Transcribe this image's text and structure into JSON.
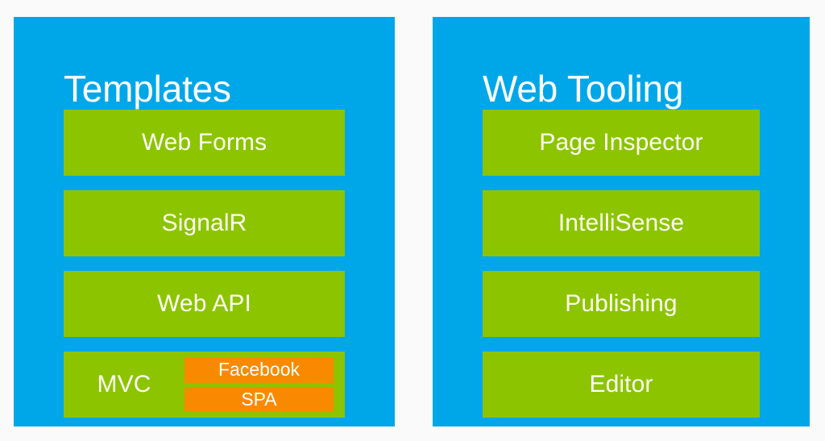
{
  "theme": {
    "background": "#fafafa",
    "panel_color": "#00a7e8",
    "item_color": "#8cc400",
    "subitem_color": "#f98a00",
    "title_text_color": "#ffffff",
    "item_text_color": "#fdfff2"
  },
  "panels": [
    {
      "id": "templates",
      "title": "Templates",
      "items": [
        {
          "label": "Web Forms"
        },
        {
          "label": "SignalR"
        },
        {
          "label": "Web API"
        },
        {
          "label": "MVC",
          "subitems": [
            {
              "label": "Facebook"
            },
            {
              "label": "SPA"
            }
          ]
        }
      ]
    },
    {
      "id": "web-tooling",
      "title": "Web Tooling",
      "items": [
        {
          "label": "Page Inspector"
        },
        {
          "label": "IntelliSense"
        },
        {
          "label": "Publishing"
        },
        {
          "label": "Editor"
        }
      ]
    }
  ]
}
